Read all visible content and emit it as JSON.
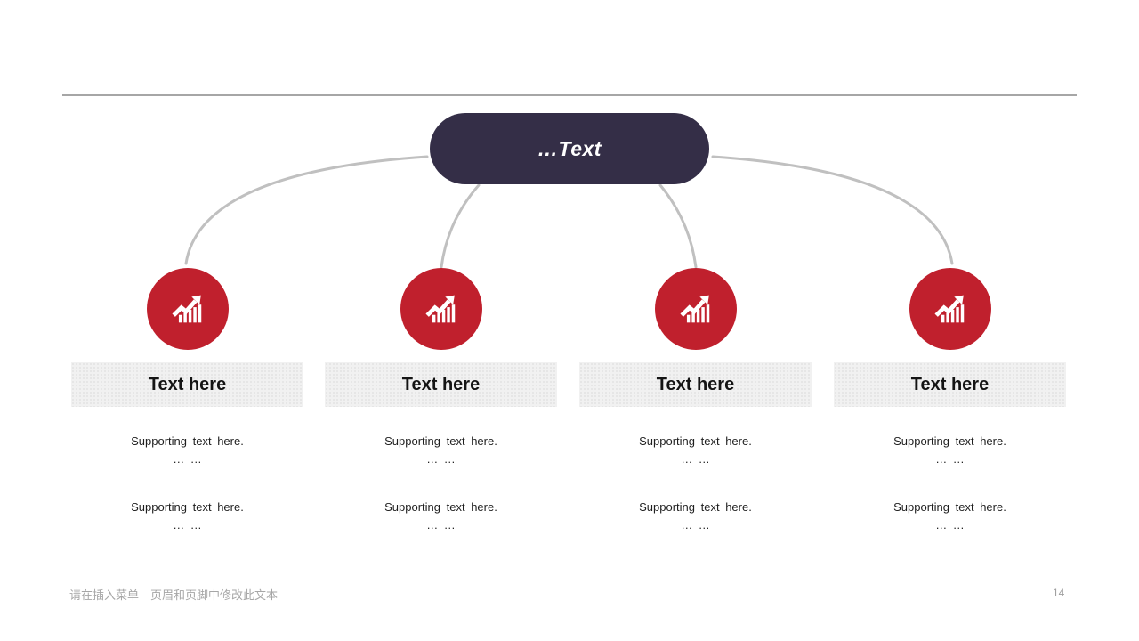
{
  "slide": {
    "background_color": "#FFFFFF",
    "divider_color": "#A6A6A6",
    "footer": {
      "text": "请在插入菜单—页眉和页脚中修改此文本",
      "page_number": "14"
    }
  },
  "diagram": {
    "root": {
      "label": "…Text",
      "bg_color": "#342E47",
      "text_color": "#FFFFFF"
    },
    "connector_color": "#C0C0C0",
    "node_color": "#C0202D",
    "node_icon": "trending-up-chart-icon",
    "branches": [
      {
        "title": "Text here",
        "notes": [
          {
            "text": "Supporting text here.",
            "ellipsis": "… …"
          },
          {
            "text": "Supporting text here.",
            "ellipsis": "… …"
          }
        ]
      },
      {
        "title": "Text here",
        "notes": [
          {
            "text": "Supporting text here.",
            "ellipsis": "… …"
          },
          {
            "text": "Supporting text here.",
            "ellipsis": "… …"
          }
        ]
      },
      {
        "title": "Text here",
        "notes": [
          {
            "text": "Supporting text here.",
            "ellipsis": "… …"
          },
          {
            "text": "Supporting text here.",
            "ellipsis": "… …"
          }
        ]
      },
      {
        "title": "Text here",
        "notes": [
          {
            "text": "Supporting text here.",
            "ellipsis": "… …"
          },
          {
            "text": "Supporting text here.",
            "ellipsis": "… …"
          }
        ]
      }
    ]
  }
}
